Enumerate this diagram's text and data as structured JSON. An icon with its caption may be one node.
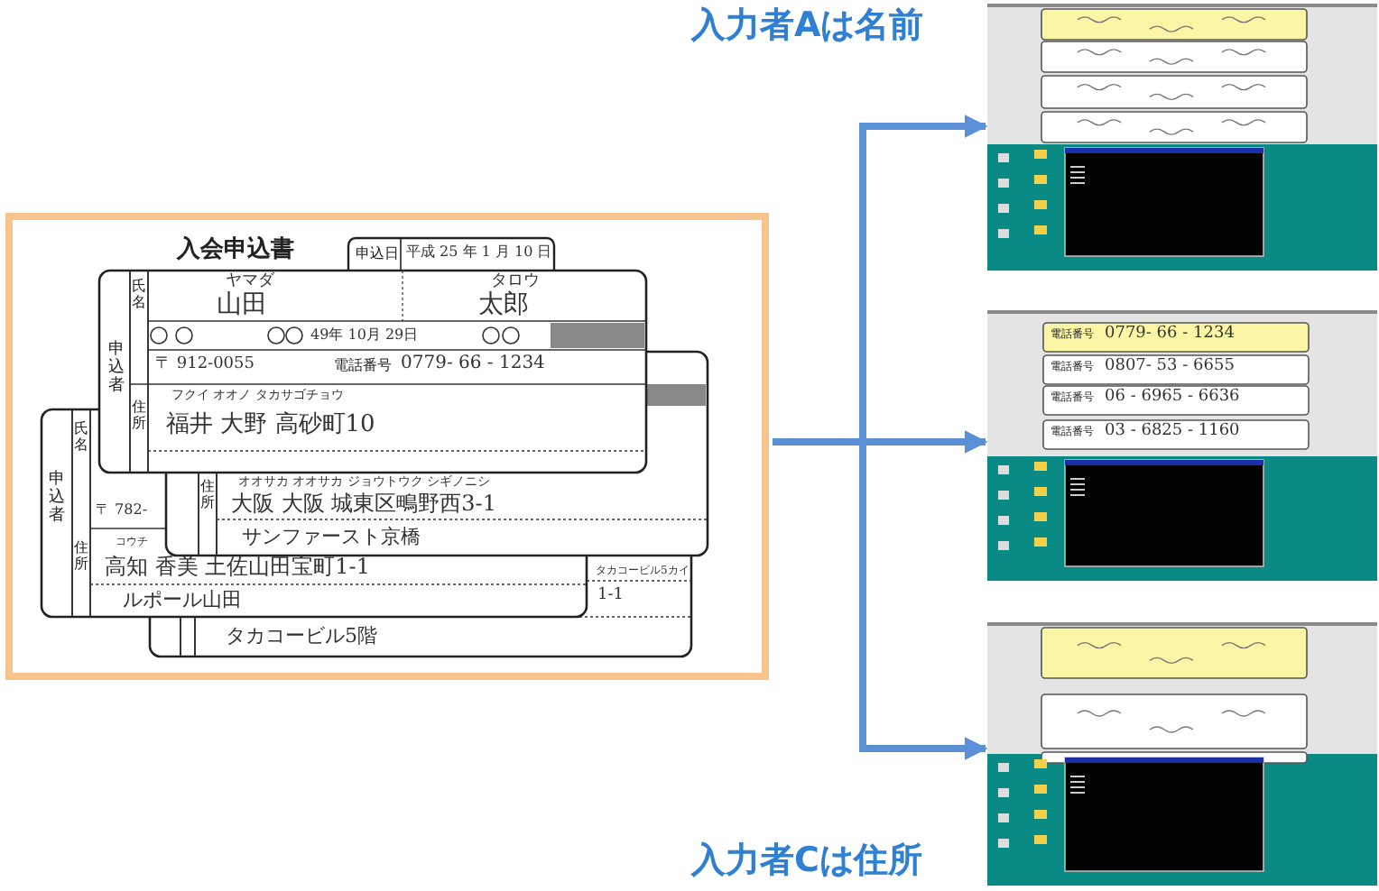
{
  "diagram": {
    "nodes": [
      {
        "text": [],
        "shape": "box"
      },
      {
        "text": [],
        "shape": "picture"
      },
      {
        "text": [],
        "shape": "picture"
      },
      {
        "text": [],
        "shape": "picture"
      }
    ],
    "edges": [
      {
        "from": 0,
        "to": 1,
        "arrow": "to"
      },
      {
        "from": 0,
        "to": 2,
        "arrow": "to"
      },
      {
        "from": 0,
        "to": 3,
        "arrow": "to"
      }
    ],
    "labels": [
      "入力者Aは名前",
      "入会申込書",
      "申込日",
      "平成 25 年 1 月 10 日",
      "申込者",
      "氏名",
      "ヤマダ",
      "タロウ",
      "山田",
      "太郎",
      "49年 10月 29日",
      "〒 912-0055",
      "電話番号",
      "0779- 66 - 1234",
      "住所",
      "フクイ オオノ タカサゴチョウ",
      "福井 大野 高砂町10",
      "住所",
      "オオサカ オオサカ ジョウトウク シギノニシ",
      "大阪 大阪 城東区鴫野西3-1",
      "サンファースト京橋",
      "氏名",
      "申込者",
      "〒 782-",
      "住所",
      "コウチ",
      "高知 香美 土佐山田宝町1-1",
      "ルポール山田",
      "タカコービル5カイ",
      "1-1",
      "タカコービル5階",
      "電話番号",
      "0779- 66 - 1234",
      "電話番号",
      "0807- 53 - 6655",
      "電話番号",
      "06 - 6965 - 6636",
      "電話番号",
      "03 - 6825 - 1160",
      "入力者Cは住所"
    ]
  }
}
